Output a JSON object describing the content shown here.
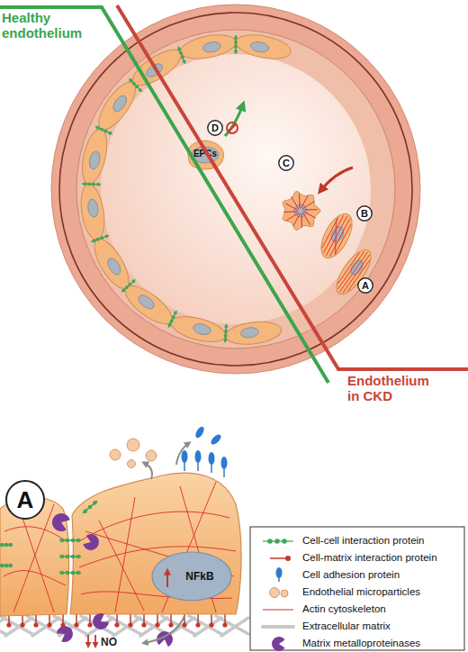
{
  "diagram": {
    "nodes": [
      {
        "text": [
          "D"
        ]
      },
      {
        "text": [
          "EPCs"
        ]
      },
      {
        "text": [
          "C"
        ]
      },
      {
        "text": [
          "B"
        ]
      },
      {
        "text": [
          "A"
        ]
      },
      {
        "text": [
          "A"
        ]
      },
      {
        "text": [
          "NFkB"
        ]
      }
    ],
    "labels": [
      "Healthy endothelium",
      "Endothelium in CKD",
      "NO"
    ],
    "legend": [
      {
        "text": "Cell-cell interaction protein"
      },
      {
        "text": "Cell-matrix interaction protein"
      },
      {
        "text": "Cell adhesion protein"
      },
      {
        "text": "Endothelial microparticles"
      },
      {
        "text": "Actin cytoskeleton"
      },
      {
        "text": "Extracellular matrix"
      },
      {
        "text": "Matrix metalloproteinases"
      }
    ]
  }
}
